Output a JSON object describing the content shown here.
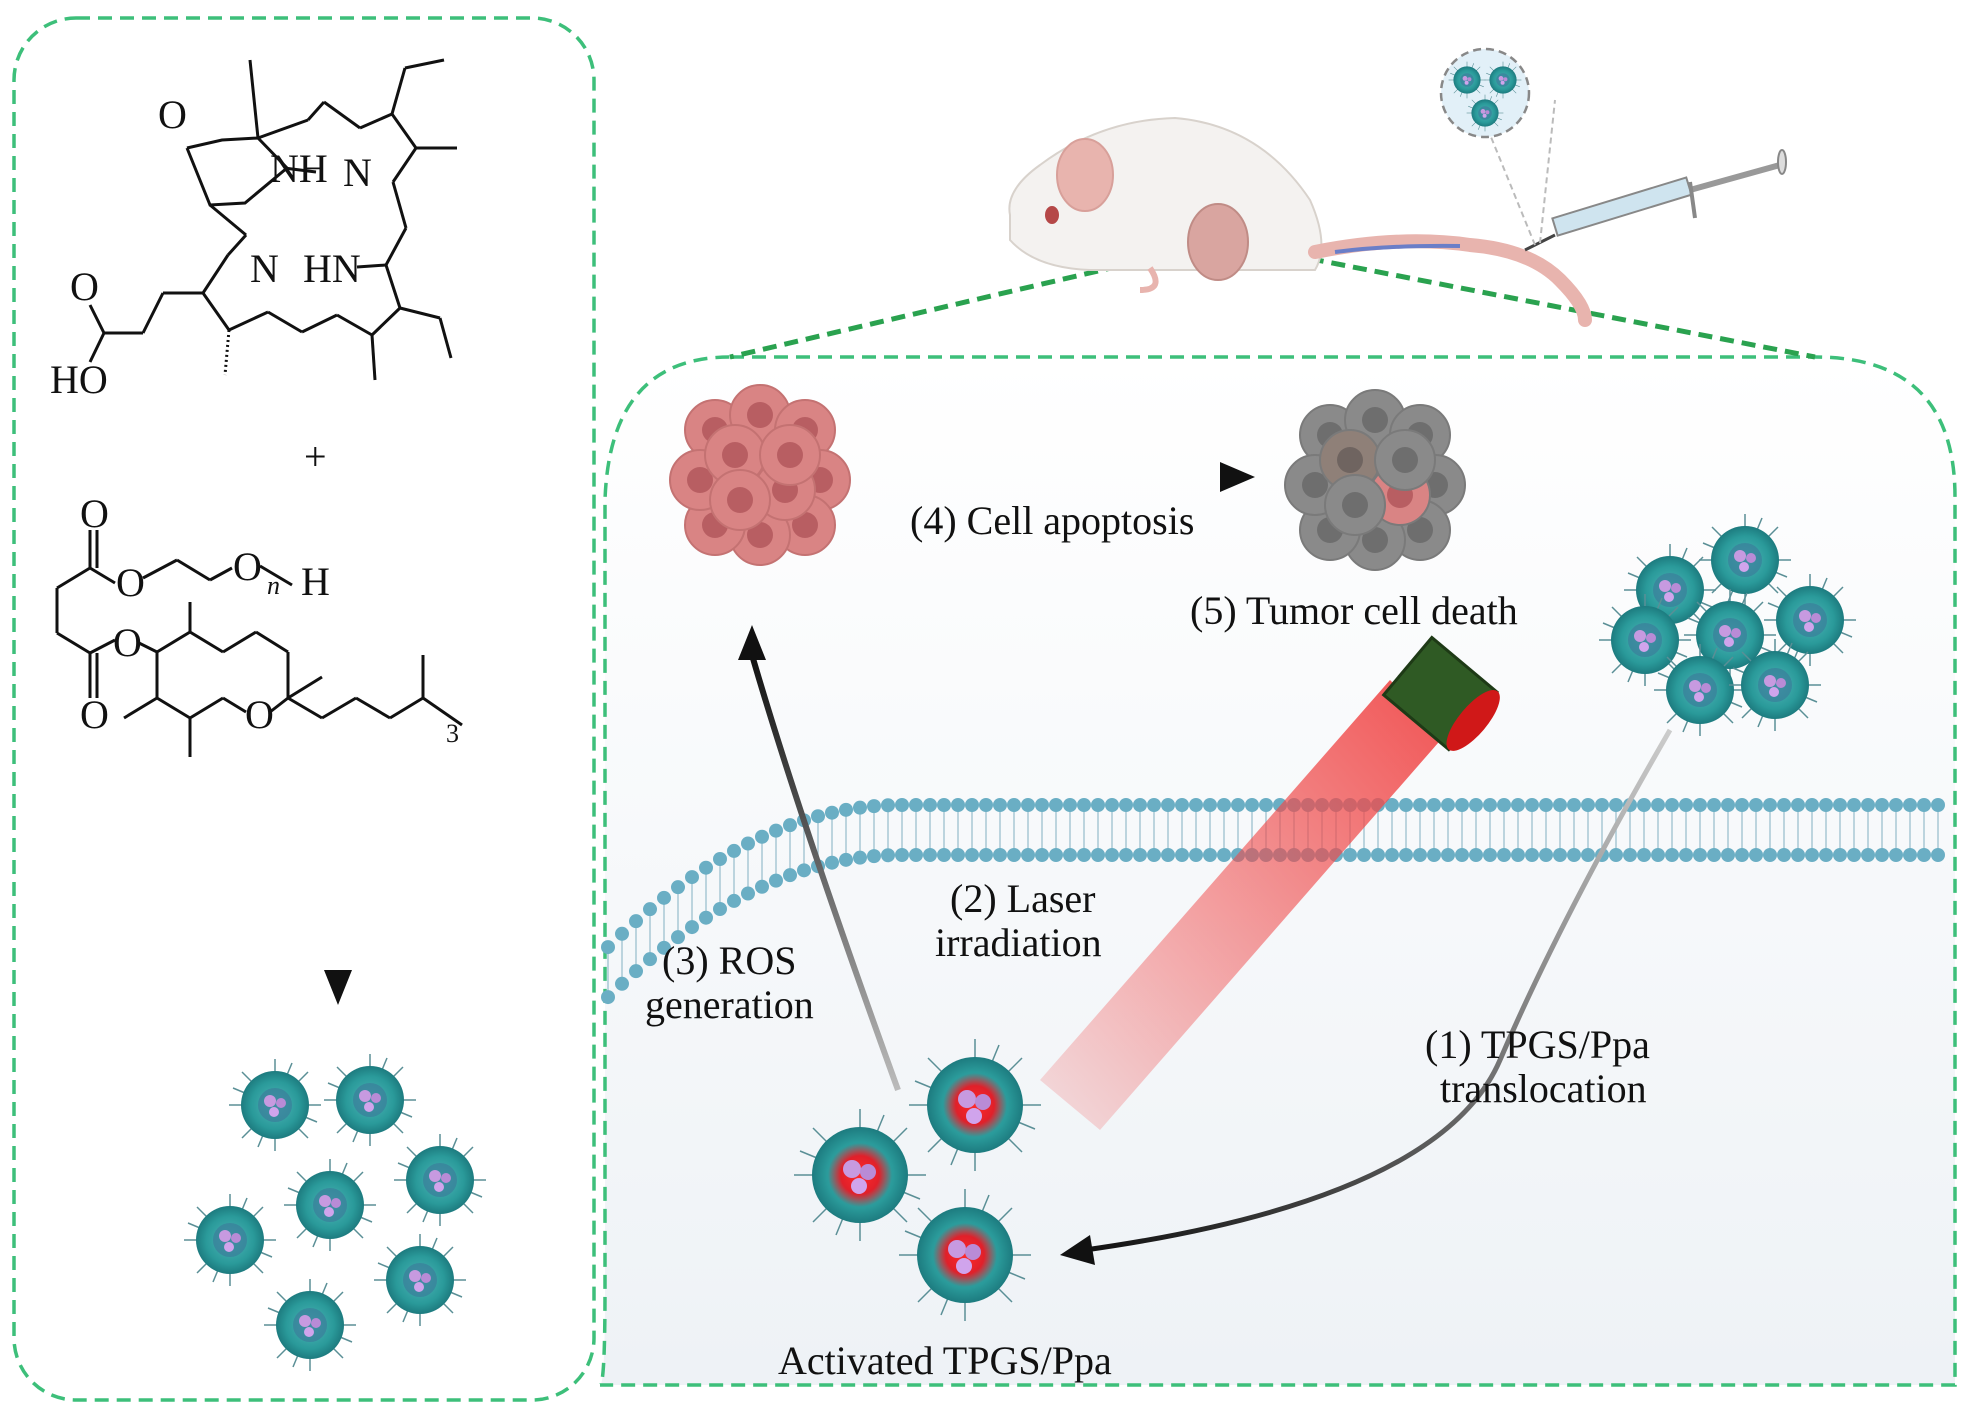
{
  "figure": {
    "left_panel": {
      "title": "Synthesis of TPGS/Ppa micelles",
      "molecule_1": {
        "name": "Pyropheophorbide-a (Ppa)",
        "atom_labels": [
          "O",
          "NH",
          "N",
          "N",
          "HN",
          "O",
          "HO"
        ]
      },
      "plus_sign": "+",
      "molecule_2": {
        "name": "TPGS",
        "atom_labels": [
          "O",
          "O",
          "O",
          "H",
          "O",
          "O",
          "O"
        ],
        "repeat_subscript_peg": "n",
        "repeat_subscript_chain": "3"
      },
      "arrow": "down-arrow",
      "product": "TPGS/Ppa nanoparticle cluster",
      "nanoparticle_count": 7
    },
    "mouse_scene": {
      "subject": "mouse-with-tumor",
      "injection": "tail-vein-syringe",
      "inset_nanoparticle_count": 3
    },
    "right_panel": {
      "labels": {
        "step4": "(4) Cell apoptosis",
        "step5": "(5) Tumor cell death",
        "step2_line1": "(2) Laser",
        "step2_line2": "irradiation",
        "step3_line1": "(3) ROS",
        "step3_line2": "generation",
        "step1_line1": "(1) TPGS/Ppa",
        "step1_line2": "translocation",
        "activated": "Activated TPGS/Ppa"
      },
      "free_nanoparticle_count": 7,
      "activated_nanoparticle_count": 3
    },
    "colors": {
      "border_dash": "#3dbf7a",
      "zoom_dash": "#2aa24f",
      "nanoparticle_shell": "#2a9a9a",
      "nanoparticle_core": "#b98bd6",
      "activated_core": "#e0202a",
      "laser_beam": "#f04a4a",
      "laser_body": "#2f5a24",
      "laser_lens": "#d01818",
      "membrane_head": "#6aaec4",
      "tumor_live": "#d98484",
      "tumor_dead": "#8a8a8a",
      "arrow": "#111111"
    }
  }
}
